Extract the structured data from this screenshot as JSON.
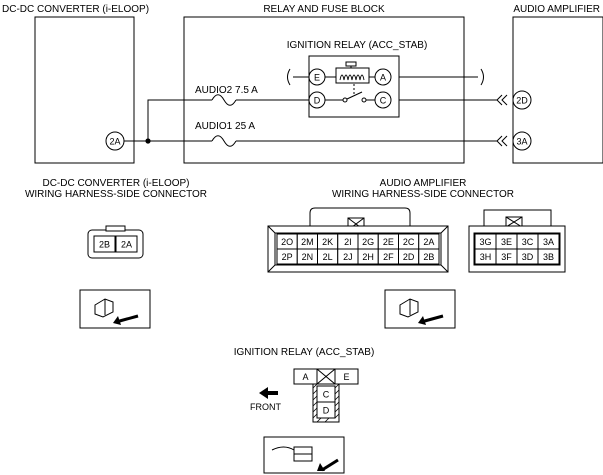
{
  "labels": {
    "dcdc_title": "DC-DC CONVERTER (i-ELOOP)",
    "relay_block_title": "RELAY AND FUSE BLOCK",
    "audio_amp_title": "AUDIO AMPLIFIER",
    "ign_relay_title": "IGNITION RELAY (ACC_STAB)",
    "fuse_audio2": "AUDIO2 7.5 A",
    "fuse_audio1": "AUDIO1 25 A",
    "dcdc_connector_line1": "DC-DC CONVERTER (i-ELOOP)",
    "dcdc_connector_line2": "WIRING HARNESS-SIDE CONNECTOR",
    "amp_connector_line1": "AUDIO AMPLIFIER",
    "amp_connector_line2": "WIRING HARNESS-SIDE CONNECTOR",
    "relay_view_title": "IGNITION RELAY (ACC_STAB)",
    "front_label": "FRONT"
  },
  "terminals": {
    "dcdc_2a": "2A",
    "amp_2d": "2D",
    "amp_3a": "3A",
    "relay_e": "E",
    "relay_a": "A",
    "relay_d": "D",
    "relay_c": "C"
  },
  "dcdc_connector_pins": [
    "2B",
    "2A"
  ],
  "amp_connector_a": {
    "row1": [
      "2O",
      "2M",
      "2K",
      "2I",
      "2G",
      "2E",
      "2C",
      "2A"
    ],
    "row2": [
      "2P",
      "2N",
      "2L",
      "2J",
      "2H",
      "2F",
      "2D",
      "2B"
    ]
  },
  "amp_connector_b": {
    "row1": [
      "3G",
      "3E",
      "3C",
      "3A"
    ],
    "row2": [
      "3H",
      "3F",
      "3D",
      "3B"
    ]
  },
  "relay_view_pins": {
    "a": "A",
    "e": "E",
    "c": "C",
    "d": "D"
  }
}
